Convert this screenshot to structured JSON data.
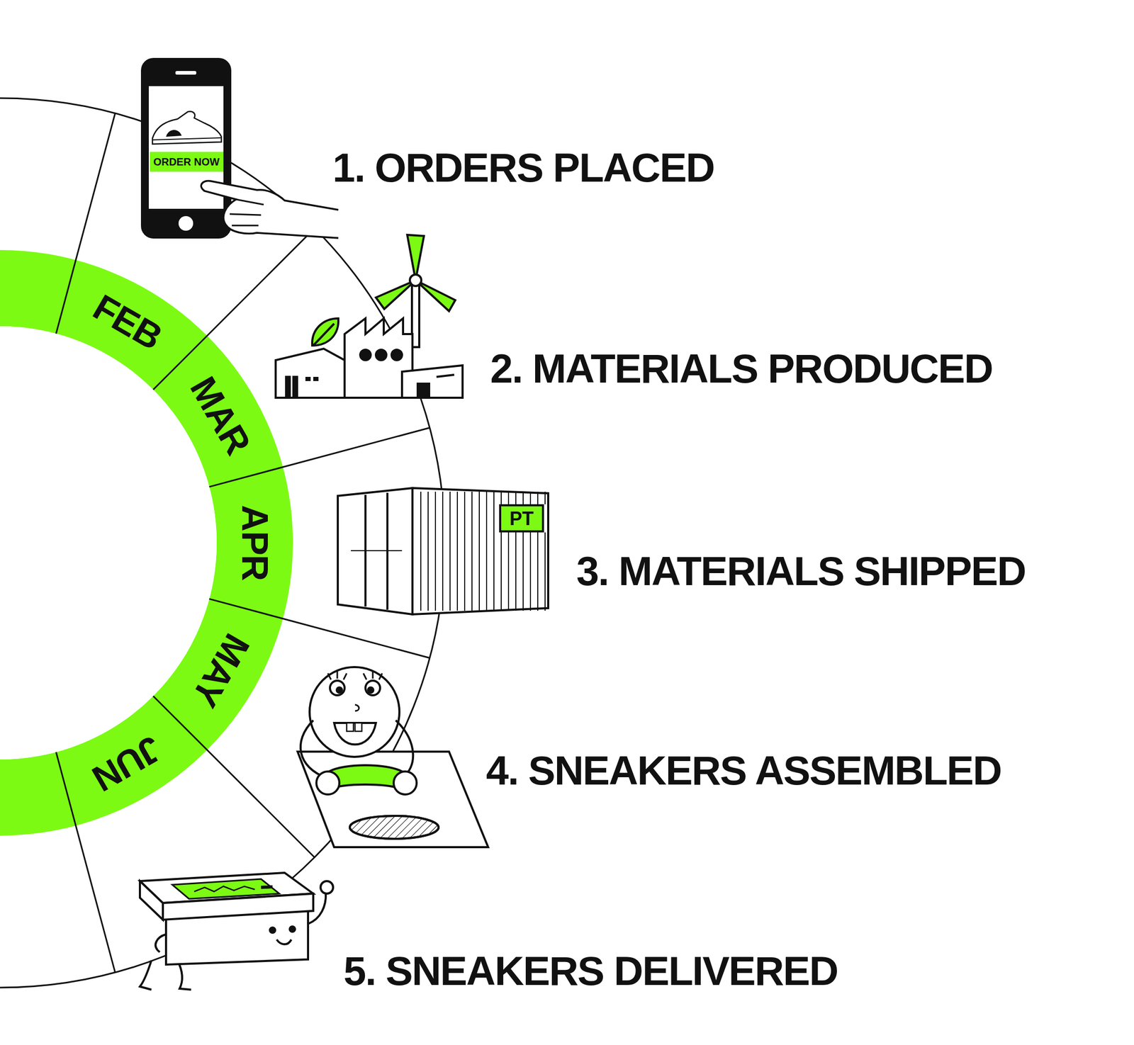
{
  "diagram": {
    "labels": [
      "1. ORDERS PLACED",
      "ORDER NOW",
      "FEB",
      "MAR",
      "APR",
      "MAY",
      "JUN",
      "2. MATERIALS PRODUCED",
      "PT",
      "3. MATERIALS SHIPPED",
      "4. SNEAKERS ASSEMBLED",
      "5. SNEAKERS DELIVERED"
    ]
  }
}
